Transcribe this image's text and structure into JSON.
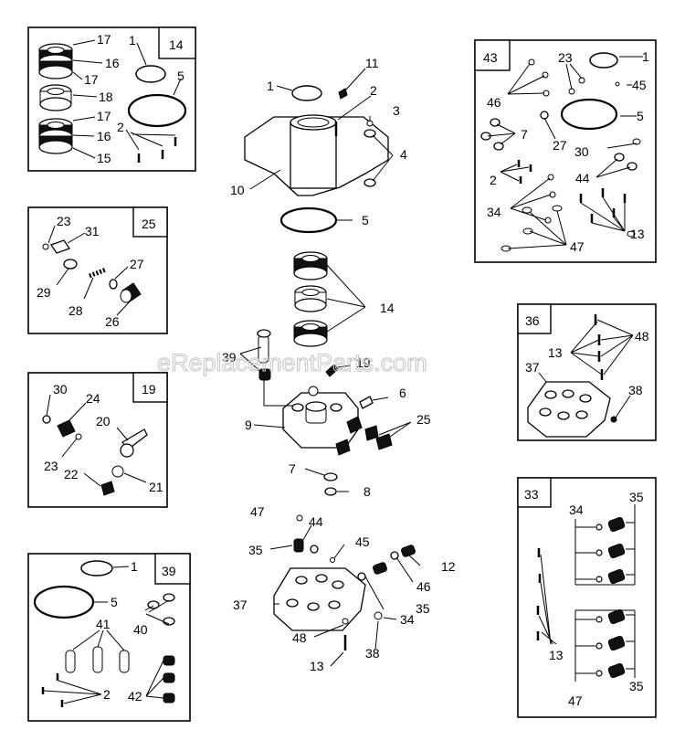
{
  "watermark": "eReplacementParts.com",
  "kits": [
    {
      "number": "14",
      "labels": [
        "17",
        "16",
        "17",
        "18",
        "17",
        "16",
        "15",
        "1",
        "5",
        "2"
      ]
    },
    {
      "number": "25",
      "labels": [
        "23",
        "31",
        "27",
        "29",
        "28",
        "26"
      ]
    },
    {
      "number": "19",
      "labels": [
        "30",
        "24",
        "20",
        "23",
        "22",
        "21"
      ]
    },
    {
      "number": "39",
      "labels": [
        "1",
        "5",
        "41",
        "40",
        "2",
        "42"
      ]
    },
    {
      "number": "43",
      "labels": [
        "23",
        "1",
        "45",
        "46",
        "5",
        "7",
        "27",
        "30",
        "2",
        "44",
        "34",
        "13",
        "47"
      ]
    },
    {
      "number": "36",
      "labels": [
        "48",
        "13",
        "37",
        "38"
      ]
    },
    {
      "number": "33",
      "labels": [
        "34",
        "35",
        "13",
        "47",
        "35"
      ]
    }
  ],
  "main_labels": [
    "11",
    "1",
    "2",
    "3",
    "4",
    "10",
    "5",
    "14",
    "39",
    "19",
    "6",
    "9",
    "25",
    "7",
    "8",
    "47",
    "44",
    "35",
    "45",
    "12",
    "46",
    "35",
    "37",
    "34",
    "48",
    "38",
    "13"
  ]
}
